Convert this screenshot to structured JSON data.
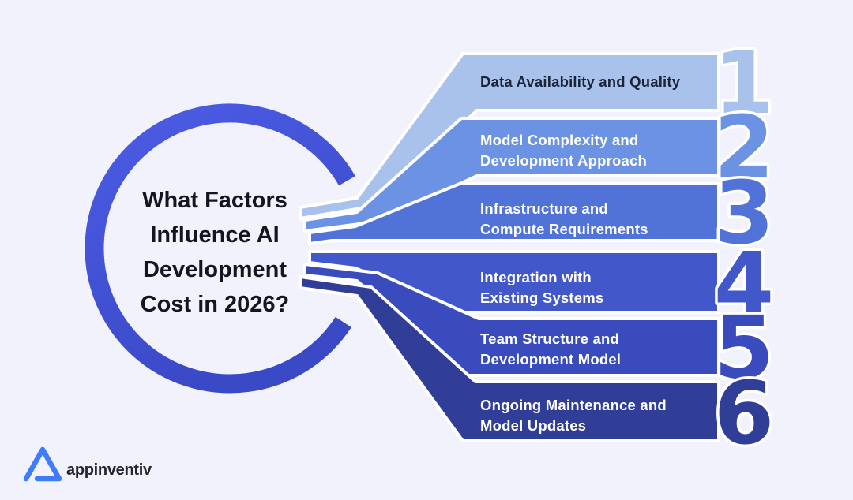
{
  "title": {
    "lines": [
      "What Factors",
      "Influence AI",
      "Development",
      "Cost in 2026?"
    ],
    "color": "#14161F"
  },
  "factors": [
    {
      "number": "1",
      "lines": [
        "Data Availability and Quality",
        ""
      ],
      "color": "#A8C2EC",
      "text_color": "#1B2335"
    },
    {
      "number": "2",
      "lines": [
        "Model Complexity and",
        "Development Approach"
      ],
      "color": "#6C92E3",
      "text_color": "#FFFFFF"
    },
    {
      "number": "3",
      "lines": [
        "Infrastructure and",
        "Compute Requirements"
      ],
      "color": "#5173D7",
      "text_color": "#FFFFFF"
    },
    {
      "number": "4",
      "lines": [
        "Integration with",
        "Existing Systems"
      ],
      "color": "#4257C9",
      "text_color": "#FFFFFF"
    },
    {
      "number": "5",
      "lines": [
        "Team Structure and",
        "Development Model"
      ],
      "color": "#3A4BBD",
      "text_color": "#FFFFFF"
    },
    {
      "number": "6",
      "lines": [
        "Ongoing Maintenance and",
        "Model Updates"
      ],
      "color": "#303E98",
      "text_color": "#FFFFFF"
    }
  ],
  "logo": {
    "text": "appinventiv",
    "icon_color": "#3E7CFA",
    "text_color": "#23262F"
  },
  "colors": {
    "background": "#F1F2FC",
    "ring_start": "#4C5CE5",
    "ring_end": "#3A49C6",
    "outline": "#FFFFFF"
  }
}
